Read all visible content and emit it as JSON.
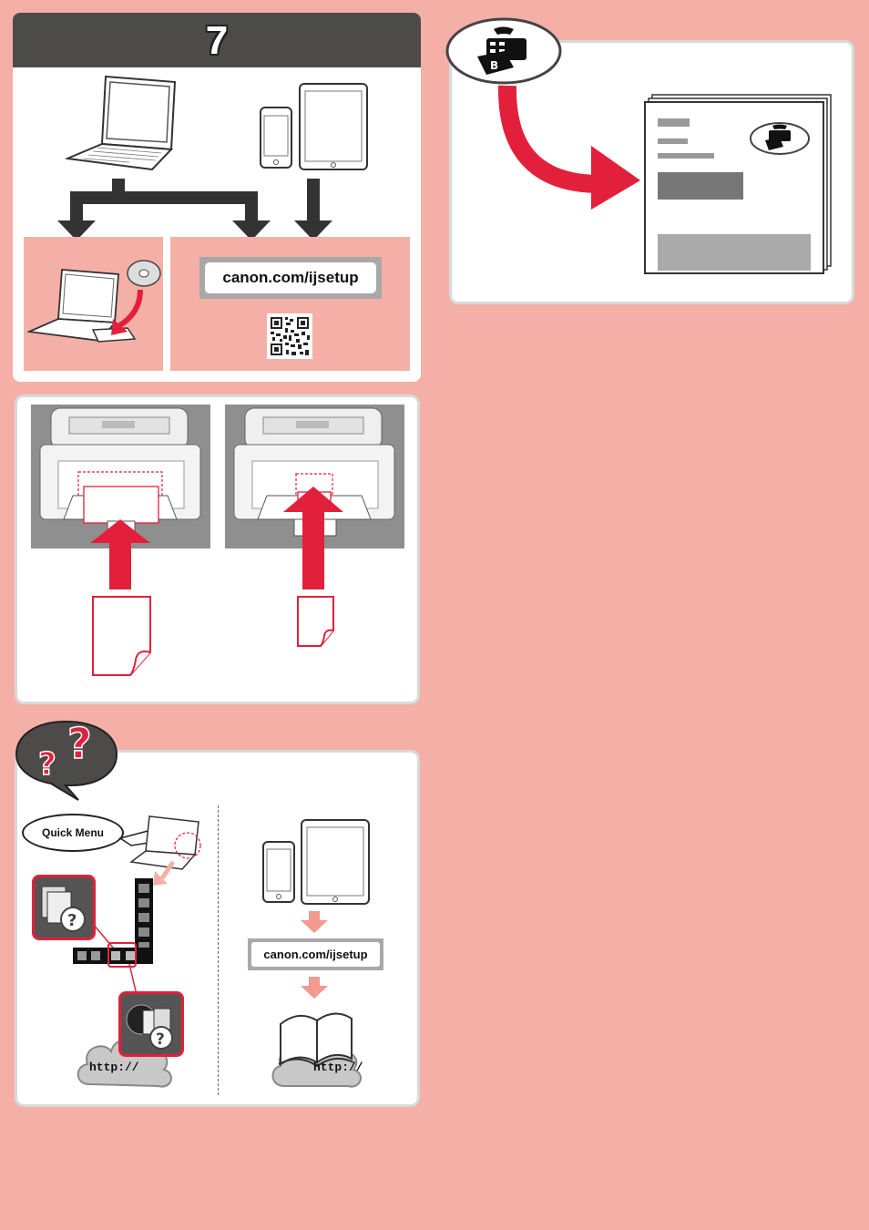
{
  "step": {
    "number": "7"
  },
  "software_setup": {
    "url_label": "canon.com/ijsetup",
    "qr_icon": "qr-code-icon",
    "computer_icon": "laptop-icon",
    "mobile_icon": "smartphone-tablet-icon",
    "cd_icon": "cd-rom-icon"
  },
  "fax_panel": {
    "badge_icon": "fax-telephone-icon",
    "document_icon": "fax-document-icon"
  },
  "paper_panel": {
    "left_photo": "printer-front-a4-paper",
    "right_photo": "printer-front-small-paper"
  },
  "help_panel": {
    "badge_icon": "question-mark-icon",
    "quick_menu_label": "Quick Menu",
    "left_cloud_text": "http://",
    "right_cloud_text": "http://",
    "url_label": "canon.com/ijsetup"
  },
  "colors": {
    "background": "#f4b0a6",
    "header": "#4d4a4a",
    "accent_red": "#e3203b",
    "panel_border": "#d9d9d9"
  }
}
